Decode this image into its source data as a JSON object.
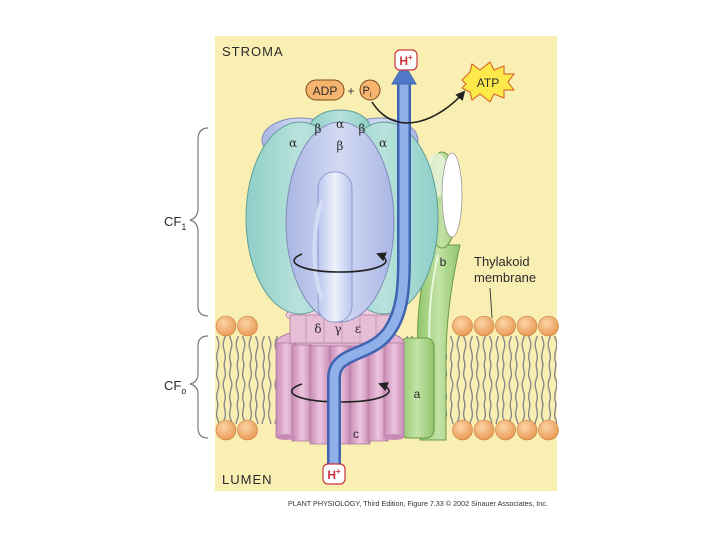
{
  "regions": {
    "top": "STROMA",
    "bottom": "LUMEN"
  },
  "brackets": {
    "cf1": {
      "main": "CF",
      "sub": "1"
    },
    "cfo": {
      "main": "CF",
      "sub": "o"
    }
  },
  "membrane_label": {
    "line1": "Thylakoid",
    "line2": "membrane"
  },
  "reaction": {
    "adp": "ADP",
    "plus": "+",
    "pi_main": "P",
    "pi_sub": "i",
    "atp": "ATP"
  },
  "proton": {
    "main": "H",
    "sup": "+"
  },
  "subunits": {
    "alpha": "α",
    "beta": "β",
    "gamma": "γ",
    "delta": "δ",
    "epsilon": "ε",
    "a": "a",
    "b": "b",
    "c": "c"
  },
  "credit": "PLANT PHYSIOLOGY, Third Edition, Figure 7.33 © 2002 Sinauer Associates, Inc.",
  "colors": {
    "panel": "#f9efb3",
    "lipid_head": "#f3ae6a",
    "alpha_teal": "#a9d9d4",
    "beta_lilac": "#bcc7ea",
    "stalk_pink": "#e6bed6",
    "ring_pink": "#dcaacd",
    "green": "#a9d385",
    "proton_path": "#6d93d6",
    "atp_burst": "#fdea4a"
  }
}
